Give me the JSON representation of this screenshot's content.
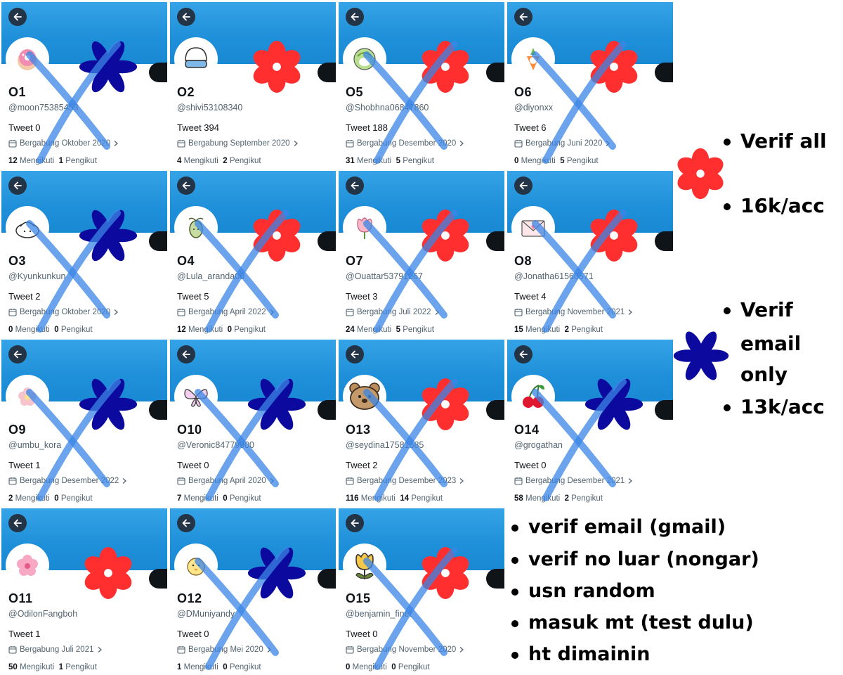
{
  "accounts": [
    {
      "name": "O1",
      "handle": "@moon75385453",
      "tweet": "Tweet 0",
      "joined": "Bergabung Oktober 2020",
      "following": "12",
      "followers": "1",
      "badge": "blue",
      "crossed": true,
      "avatar": "donut-icon"
    },
    {
      "name": "O2",
      "handle": "@shivi53108340",
      "tweet": "Tweet 394",
      "joined": "Bergabung September 2020",
      "following": "4",
      "followers": "2",
      "badge": "red",
      "crossed": false,
      "avatar": "rice-bowl-icon"
    },
    {
      "name": "O5",
      "handle": "@Shobhna06847860",
      "tweet": "Tweet 188",
      "joined": "Bergabung Desember 2020",
      "following": "31",
      "followers": "5",
      "badge": "red",
      "crossed": true,
      "avatar": "cabbage-icon"
    },
    {
      "name": "O6",
      "handle": "@diyonxx",
      "tweet": "Tweet 6",
      "joined": "Bergabung Juni 2020",
      "following": "0",
      "followers": "5",
      "badge": "red",
      "crossed": true,
      "avatar": "carrot-icon"
    },
    {
      "name": "O3",
      "handle": "@Kyunkunkun",
      "tweet": "Tweet 2",
      "joined": "Bergabung Oktober 2020",
      "following": "0",
      "followers": "0",
      "badge": "blue",
      "crossed": true,
      "avatar": "dumpling-icon"
    },
    {
      "name": "O4",
      "handle": "@Lula_aranda00",
      "tweet": "Tweet 5",
      "joined": "Bergabung April 2022",
      "following": "12",
      "followers": "0",
      "badge": "red",
      "crossed": true,
      "avatar": "sprout-icon"
    },
    {
      "name": "O7",
      "handle": "@Ouattar53791067",
      "tweet": "Tweet 3",
      "joined": "Bergabung Juli 2022",
      "following": "24",
      "followers": "5",
      "badge": "red",
      "crossed": true,
      "avatar": "tulip-icon"
    },
    {
      "name": "O8",
      "handle": "@Jonatha61560571",
      "tweet": "Tweet 4",
      "joined": "Bergabung November 2021",
      "following": "15",
      "followers": "2",
      "badge": "red",
      "crossed": true,
      "avatar": "envelope-icon"
    },
    {
      "name": "O9",
      "handle": "@umbu_kora",
      "tweet": "Tweet 1",
      "joined": "Bergabung Desember 2022",
      "following": "2",
      "followers": "0",
      "badge": "blue",
      "crossed": true,
      "avatar": "flower-icon"
    },
    {
      "name": "O10",
      "handle": "@Veronic84779900",
      "tweet": "Tweet 0",
      "joined": "Bergabung April 2020",
      "following": "7",
      "followers": "0",
      "badge": "blue",
      "crossed": true,
      "avatar": "butterfly-icon"
    },
    {
      "name": "O13",
      "handle": "@seydina17581585",
      "tweet": "Tweet 2",
      "joined": "Bergabung Desember 2023",
      "following": "116",
      "followers": "14",
      "badge": "red",
      "crossed": true,
      "avatar": "bear-icon"
    },
    {
      "name": "O14",
      "handle": "@grogathan",
      "tweet": "Tweet 0",
      "joined": "Bergabung Desember 2021",
      "following": "58",
      "followers": "2",
      "badge": "blue",
      "crossed": true,
      "avatar": "cherry-icon"
    },
    {
      "name": "O11",
      "handle": "@OdilonFangboh",
      "tweet": "Tweet 1",
      "joined": "Bergabung Juli 2021",
      "following": "50",
      "followers": "1",
      "badge": "red",
      "crossed": false,
      "avatar": "blossom-icon"
    },
    {
      "name": "O12",
      "handle": "@DMuniyandy",
      "tweet": "Tweet 0",
      "joined": "Bergabung Mei 2020",
      "following": "1",
      "followers": "0",
      "badge": "blue",
      "crossed": true,
      "avatar": "chick-icon"
    },
    {
      "name": "O15",
      "handle": "@benjamin_finet",
      "tweet": "Tweet 0",
      "joined": "Bergabung November 2020",
      "following": "0",
      "followers": "0",
      "badge": "red",
      "crossed": true,
      "avatar": "tulip-yellow-icon"
    }
  ],
  "labels": {
    "following_suffix": "Mengikuti",
    "followers_suffix": "Pengikut"
  },
  "legend": {
    "red": {
      "lines": [
        "Verif all",
        "16k/acc"
      ]
    },
    "blue": {
      "lines": [
        "Verif",
        "email",
        "only",
        "13k/acc"
      ]
    },
    "notes": [
      "verif email (gmail)",
      "verif no luar (nongar)",
      "usn random",
      "masuk mt (test dulu)",
      "ht dimainin"
    ]
  },
  "colors": {
    "red_flower": "#ff2f2f",
    "blue_flower": "#0c0a9e",
    "cross": "#3a86e6",
    "banner": "#1d8fd8"
  }
}
